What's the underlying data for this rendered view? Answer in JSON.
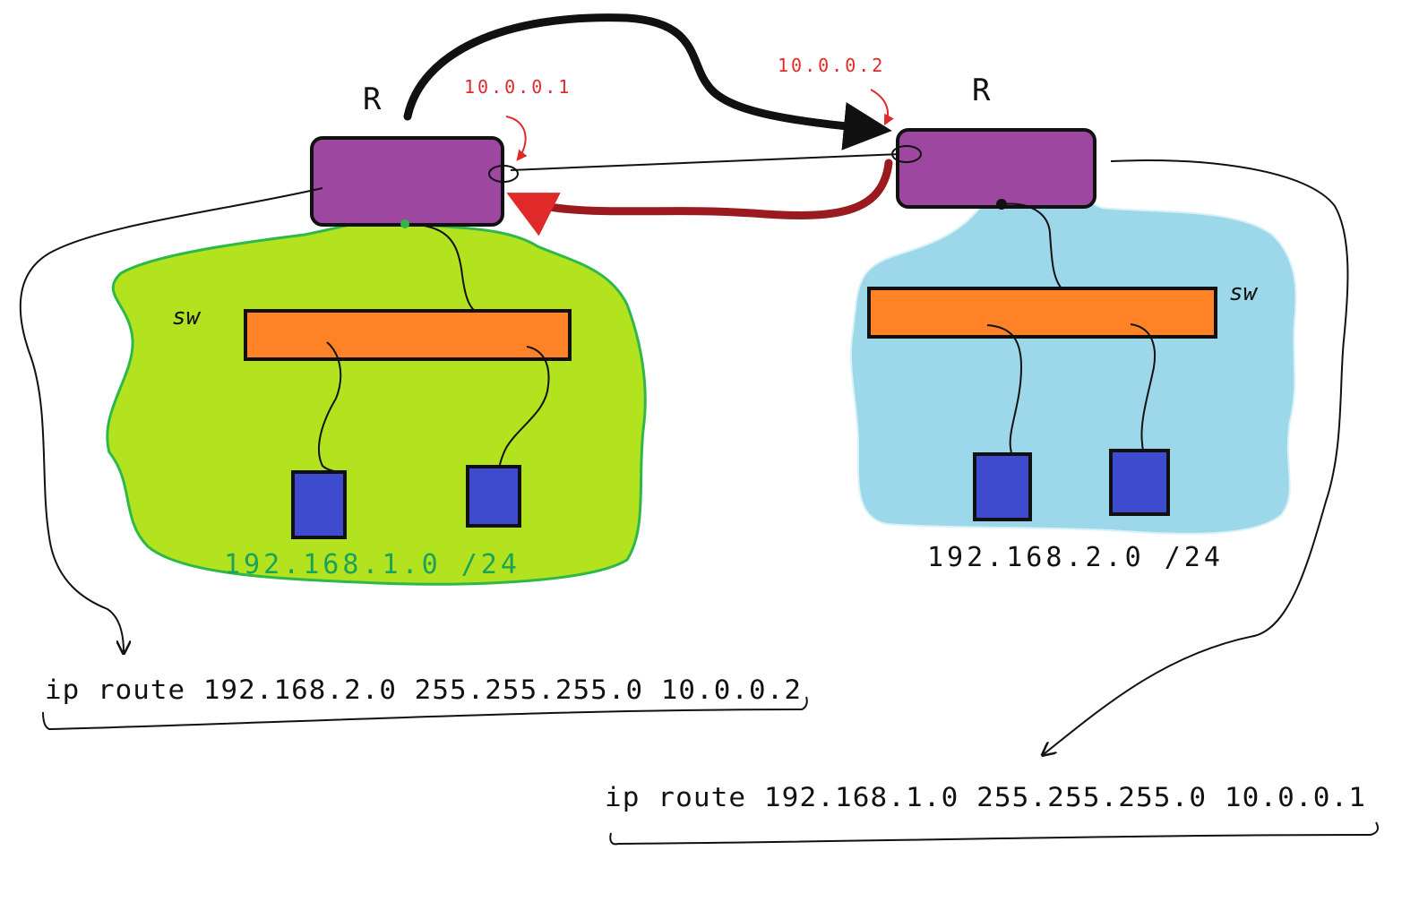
{
  "colors": {
    "router": "#9e47a0",
    "switch": "#ff8326",
    "host": "#3f4bcf",
    "network_left_fill": "#b3e21f",
    "network_left_edge": "#2fb84a",
    "network_right_fill": "#9dd8ea",
    "network_right_edge": "#d6f1f8",
    "interface_label": "#e02a2a",
    "return_arrow": "#9a1a1f",
    "ink": "#111111"
  },
  "routers": {
    "left": {
      "label": "R",
      "interface_ip": "10.0.0.1"
    },
    "right": {
      "label": "R",
      "interface_ip": "10.0.0.2"
    }
  },
  "switches": {
    "left": {
      "label": "sw"
    },
    "right": {
      "label": "sw"
    }
  },
  "networks": {
    "left": {
      "address": "192.168.1.0 /24"
    },
    "right": {
      "address": "192.168.2.0 /24"
    }
  },
  "commands": {
    "left": "ip route 192.168.2.0 255.255.255.0 10.0.0.2",
    "right": "ip route 192.168.1.0 255.255.255.0 10.0.0.1"
  }
}
